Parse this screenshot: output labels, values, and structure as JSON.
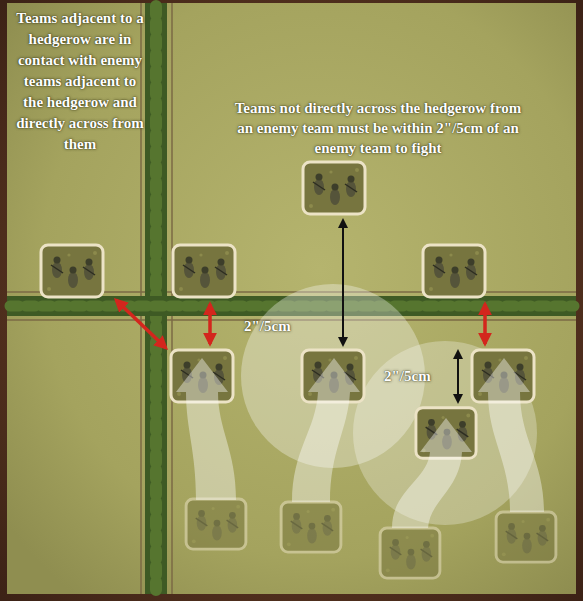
{
  "diagram": {
    "labels": [
      "Teams adjacent to a hedgerow are in contact with enemy teams adjacent to the hedgerow and directly across from them",
      "Teams not directly across the hedgerow from an enemy team must be within 2\"/5cm of an enemy team to fight",
      "2\"/5cm",
      "2\"/5cm"
    ]
  }
}
